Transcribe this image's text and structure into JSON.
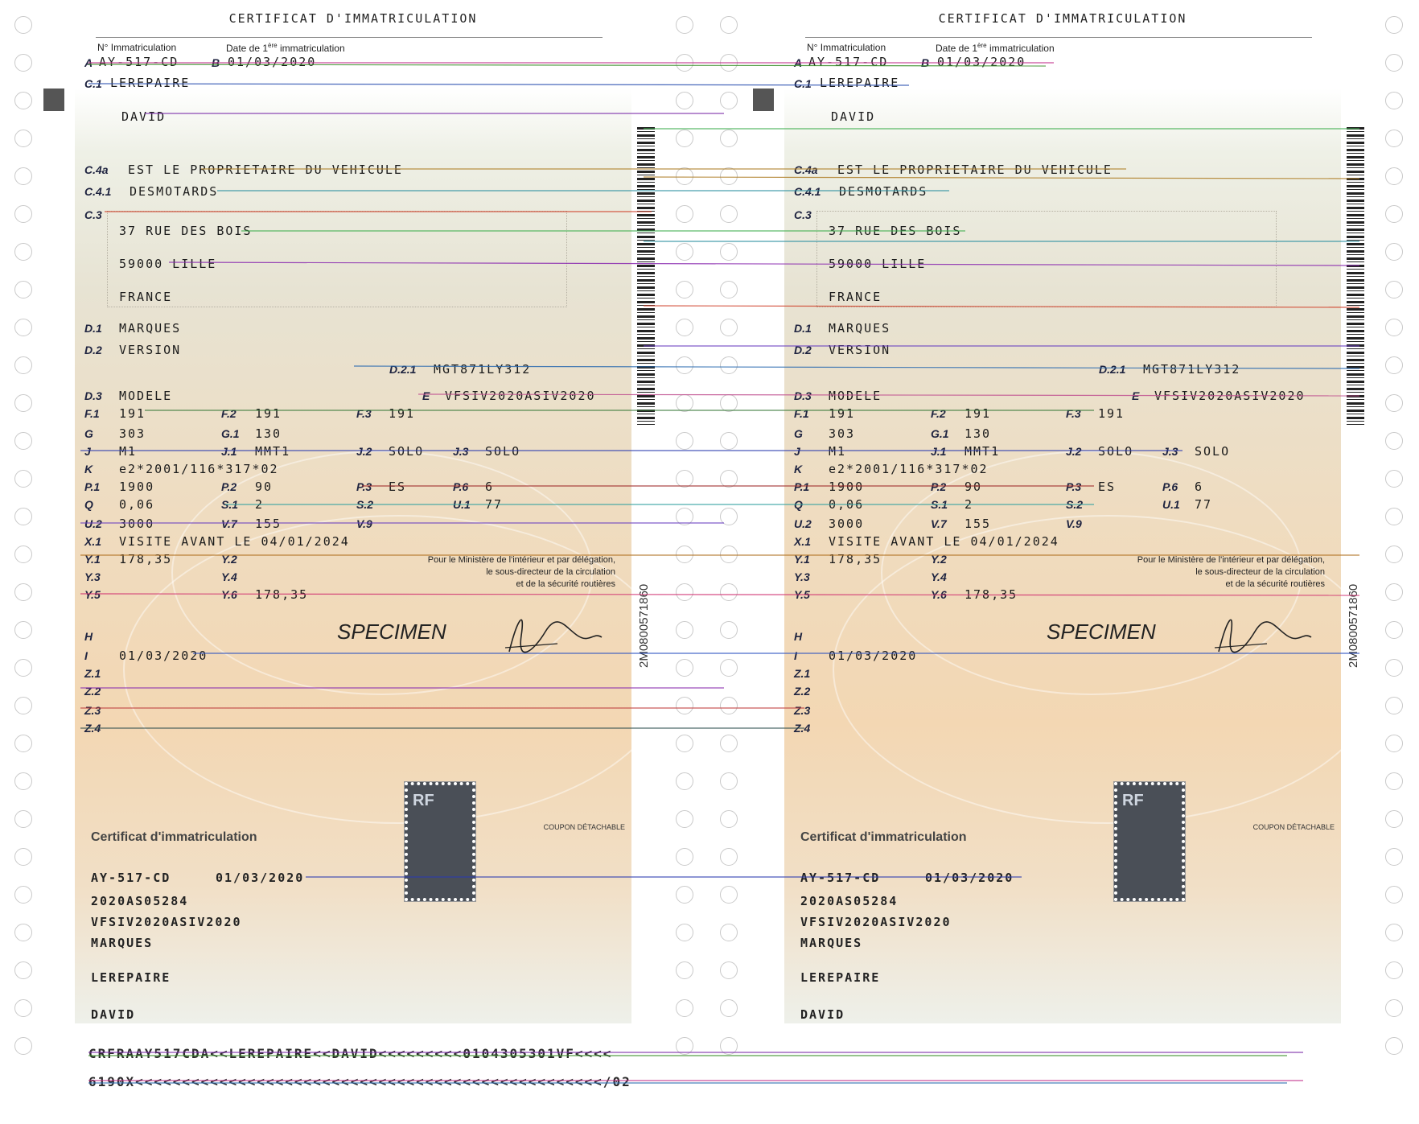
{
  "header_title": "CERTIFICAT D'IMMATRICULATION",
  "label_num_immat": "N° Immatriculation",
  "label_date_first_prefix": "Date de 1",
  "label_date_first_sup": "ère",
  "label_date_first_suffix": " immatriculation",
  "fields": {
    "A": {
      "code": "A",
      "value": "AY-517-CD"
    },
    "B": {
      "code": "B",
      "value": "01/03/2020"
    },
    "C1": {
      "code": "C.1",
      "value": "LEREPAIRE"
    },
    "C1b": {
      "value": "DAVID"
    },
    "C4a": {
      "code": "C.4a",
      "value": "EST LE PROPRIETAIRE DU VEHICULE"
    },
    "C41": {
      "code": "C.4.1",
      "value": "DESMOTARDS"
    },
    "C3": {
      "code": "C.3",
      "line1": "37 RUE DES BOIS",
      "line2": "59000 LILLE",
      "line3": "FRANCE"
    },
    "D1": {
      "code": "D.1",
      "value": "MARQUES"
    },
    "D2": {
      "code": "D.2",
      "value": "VERSION"
    },
    "D21": {
      "code": "D.2.1",
      "value": "MGT871LY312"
    },
    "D3": {
      "code": "D.3",
      "value": "MODELE"
    },
    "E": {
      "code": "E",
      "value": "VFSIV2020ASIV2020"
    },
    "F1": {
      "code": "F.1",
      "value": "191"
    },
    "F2": {
      "code": "F.2",
      "value": "191"
    },
    "F3": {
      "code": "F.3",
      "value": "191"
    },
    "G": {
      "code": "G",
      "value": "303"
    },
    "G1": {
      "code": "G.1",
      "value": "130"
    },
    "J": {
      "code": "J",
      "value": "M1"
    },
    "J1": {
      "code": "J.1",
      "value": "MMT1"
    },
    "J2": {
      "code": "J.2",
      "value": "SOLO"
    },
    "J3": {
      "code": "J.3",
      "value": "SOLO"
    },
    "K": {
      "code": "K",
      "value": "e2*2001/116*317*02"
    },
    "P1": {
      "code": "P.1",
      "value": "1900"
    },
    "P2": {
      "code": "P.2",
      "value": "90"
    },
    "P3": {
      "code": "P.3",
      "value": "ES"
    },
    "P6": {
      "code": "P.6",
      "value": "6"
    },
    "Q": {
      "code": "Q",
      "value": "0,06"
    },
    "S1": {
      "code": "S.1",
      "value": "2"
    },
    "S2": {
      "code": "S.2",
      "value": ""
    },
    "U1": {
      "code": "U.1",
      "value": "77"
    },
    "U2": {
      "code": "U.2",
      "value": "3000"
    },
    "V7": {
      "code": "V.7",
      "value": "155"
    },
    "V9": {
      "code": "V.9",
      "value": ""
    },
    "X1": {
      "code": "X.1",
      "value": "VISITE AVANT LE 04/01/2024"
    },
    "Y1": {
      "code": "Y.1",
      "value": "178,35"
    },
    "Y2": {
      "code": "Y.2",
      "value": ""
    },
    "Y3": {
      "code": "Y.3",
      "value": ""
    },
    "Y4": {
      "code": "Y.4",
      "value": ""
    },
    "Y5": {
      "code": "Y.5",
      "value": ""
    },
    "Y6": {
      "code": "Y.6",
      "value": "178,35"
    },
    "H": {
      "code": "H",
      "value": ""
    },
    "I": {
      "code": "I",
      "value": "01/03/2020"
    },
    "Z1": {
      "code": "Z.1"
    },
    "Z2": {
      "code": "Z.2"
    },
    "Z3": {
      "code": "Z.3"
    },
    "Z4": {
      "code": "Z.4"
    }
  },
  "authority": {
    "line1": "Pour le Ministère de l'intérieur et par délégation,",
    "line2": "le sous-directeur de la circulation",
    "line3": "et de la sécurité routières"
  },
  "specimen": "SPECIMEN",
  "vertical_number": "2M0800571860",
  "coupon": {
    "title": "Certificat d'immatriculation",
    "detachable": "COUPON DÉTACHABLE",
    "stamp_mark": "RF",
    "plate": "AY-517-CD",
    "date": "01/03/2020",
    "formule": "2020AS05284",
    "vin": "VFSIV2020ASIV2020",
    "marque": "MARQUES",
    "nom": "LEREPAIRE",
    "prenom": "DAVID"
  },
  "mrz": {
    "line1": "CRFRAAY517CDA<<LEREPAIRE<<DAVID<<<<<<<<<0104305301VF<<<<",
    "line2": "6190X<<<<<<<<<<<<<<<<<<<<<<<<<<<<<<<<<<<<<<<<<<<<<<<<<</02"
  },
  "colors": {
    "accent_code": "#1f2440",
    "background_warm": "#f3d7b3"
  }
}
